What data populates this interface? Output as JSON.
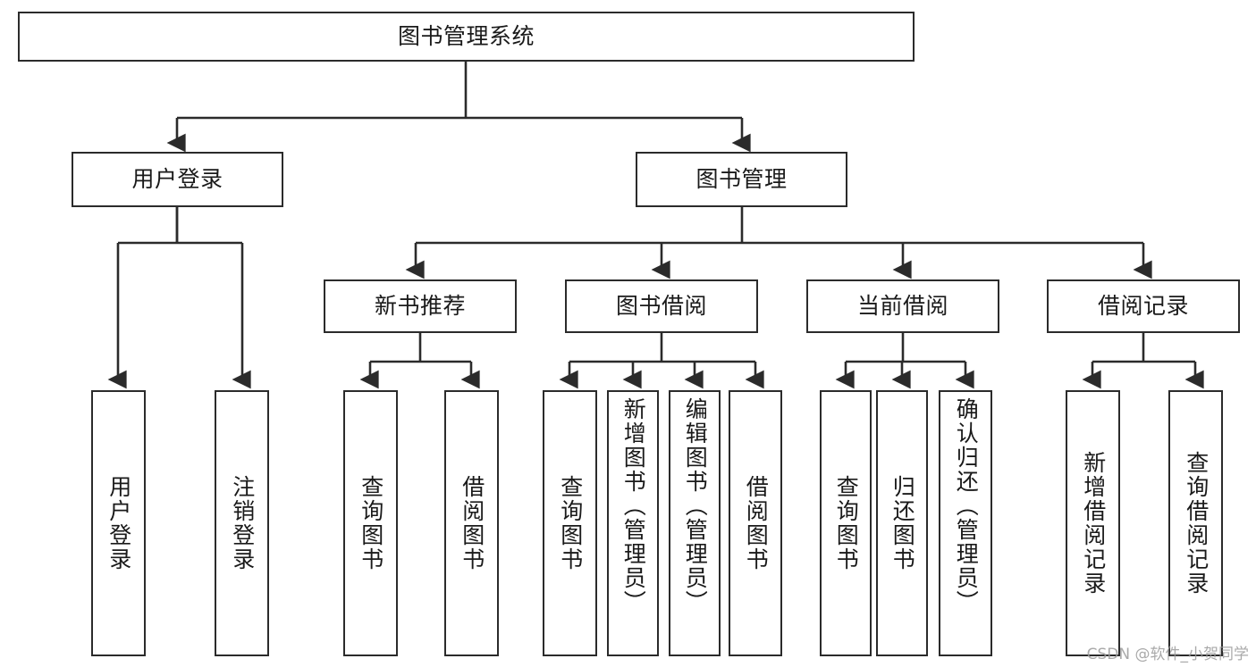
{
  "diagram": {
    "type": "tree",
    "title": "图书管理系统",
    "watermark": "CSDN @软件_小贺同学",
    "colors": {
      "box_border": "#2b2b2b",
      "box_fill": "#ffffff",
      "connector": "#2b2b2b",
      "text": "#1a1a1a",
      "watermark": "#9b9b9b"
    },
    "nodes": {
      "root": {
        "label": "图书管理系统"
      },
      "level2": [
        {
          "label": "用户登录"
        },
        {
          "label": "图书管理"
        }
      ],
      "level3": [
        {
          "label": "新书推荐"
        },
        {
          "label": "图书借阅"
        },
        {
          "label": "当前借阅"
        },
        {
          "label": "借阅记录"
        }
      ],
      "leaves_user_login": [
        {
          "label": "用户登录"
        },
        {
          "label": "注销登录"
        }
      ],
      "leaves_new_book": [
        {
          "label": "查询图书"
        },
        {
          "label": "借阅图书"
        }
      ],
      "leaves_borrow": [
        {
          "label": "查询图书"
        },
        {
          "label": "新增图书（管理员）"
        },
        {
          "label": "编辑图书（管理员）"
        },
        {
          "label": "借阅图书"
        }
      ],
      "leaves_current": [
        {
          "label": "查询图书"
        },
        {
          "label": "归还图书"
        },
        {
          "label": "确认归还（管理员）"
        }
      ],
      "leaves_record": [
        {
          "label": "新增借阅记录"
        },
        {
          "label": "查询借阅记录"
        }
      ]
    }
  }
}
